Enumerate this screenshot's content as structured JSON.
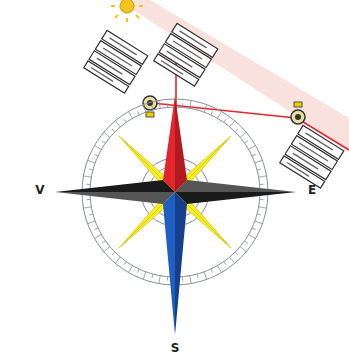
{
  "diagram": {
    "labels": [
      "V",
      "E",
      "S"
    ]
  }
}
